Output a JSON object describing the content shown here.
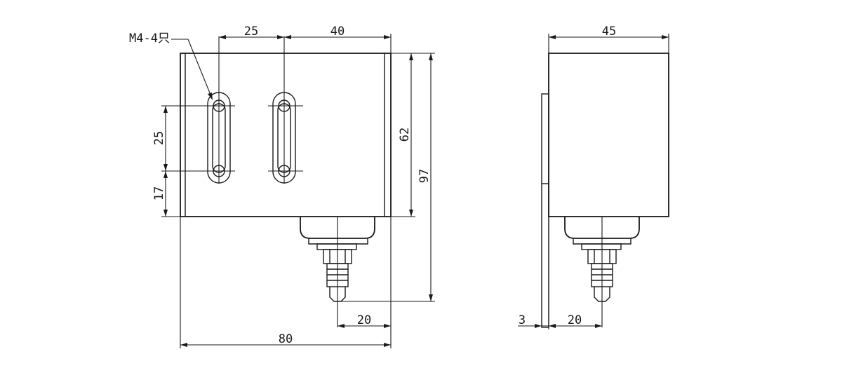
{
  "diagram": {
    "line_color": "#1a1a1a",
    "background": "#ffffff",
    "front_view": {
      "hole_callout": "M4-4只",
      "dim_hole_spacing_x": "25",
      "dim_right_offset": "40",
      "dim_hole_spacing_y": "25",
      "dim_bottom_offset": "17",
      "dim_body_height": "62",
      "dim_total_height": "97",
      "dim_fitting_offset": "20",
      "dim_total_width": "80"
    },
    "side_view": {
      "dim_depth": "45",
      "dim_plate_thickness": "3",
      "dim_fitting_offset": "20"
    }
  }
}
